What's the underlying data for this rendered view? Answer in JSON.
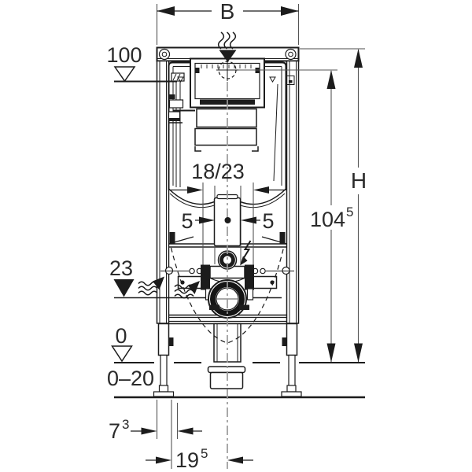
{
  "drawing": {
    "type": "installation-element-technical-drawing",
    "labels": {
      "width_top": "B",
      "height_total": "H",
      "level_top": "100",
      "flush_pipe_offset": "18/23",
      "five_left": "5",
      "five_right": "5",
      "height_main": "104",
      "height_sup": "5",
      "level_mid": "23",
      "level_zero": "0",
      "floor_range": "0–20",
      "foot_dim_main": "7",
      "foot_dim_sup": "3",
      "center_dim_main": "19",
      "center_dim_sup": "5"
    },
    "colors": {
      "line": "#1c1c1c",
      "dimension": "#555555",
      "centerline": "#999999",
      "gray_extension": "#888888",
      "text": "#2a2a2a"
    },
    "icons": {
      "flush-actuation-icon": "wavy-lines-with-filled-down-triangle",
      "actuation-crosshair-icon": "dashed-circle-with-cross",
      "level-open-triangle-icon": "open-down-triangle",
      "level-filled-triangle-icon": "filled-down-triangle",
      "water-flow-icon": "wavy-lines-with-diagonal-arrow",
      "power-connection-icon": "lightning-bolt-arrow",
      "drain-elbow-icon": "thick-ring-circle"
    }
  }
}
